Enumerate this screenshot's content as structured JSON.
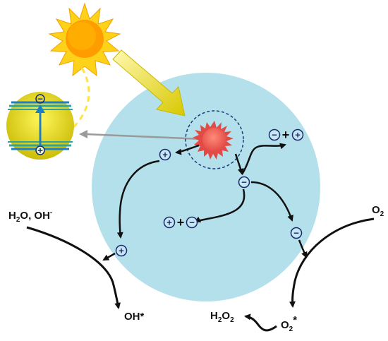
{
  "colors": {
    "particle_bg": "#b3e0ea",
    "sun": "#ffcc00",
    "sun_core": "#ff9d00",
    "core_red": "#f0605e",
    "charge_fill": "#c6e6f4",
    "charge_stroke": "#1a2b6d",
    "band_green": "#2da39a",
    "band_blue": "#1e7fc4",
    "inset_yellow": "#f2e21a",
    "arrow": "#111111"
  },
  "charges": {
    "hole_symbol": "+",
    "electron_symbol": "−"
  },
  "labels": {
    "h2o": "H",
    "h2o_sub": "2",
    "h2o_tail": "O, OH",
    "h2o_sup": "-",
    "oh_radical": "OH*",
    "o2": "O",
    "o2_sub": "2",
    "h2o2_a": "H",
    "h2o2_sub1": "2",
    "h2o2_b": "O",
    "h2o2_sub2": "2",
    "o2_radical": "O",
    "o2_radical_sub": "2",
    "o2_radical_sup": "*",
    "recombination_plus": "+"
  },
  "icons": {
    "sun": "sun-icon",
    "light": "light-beam-arrow-icon",
    "band": "band-gap-inset-icon"
  }
}
